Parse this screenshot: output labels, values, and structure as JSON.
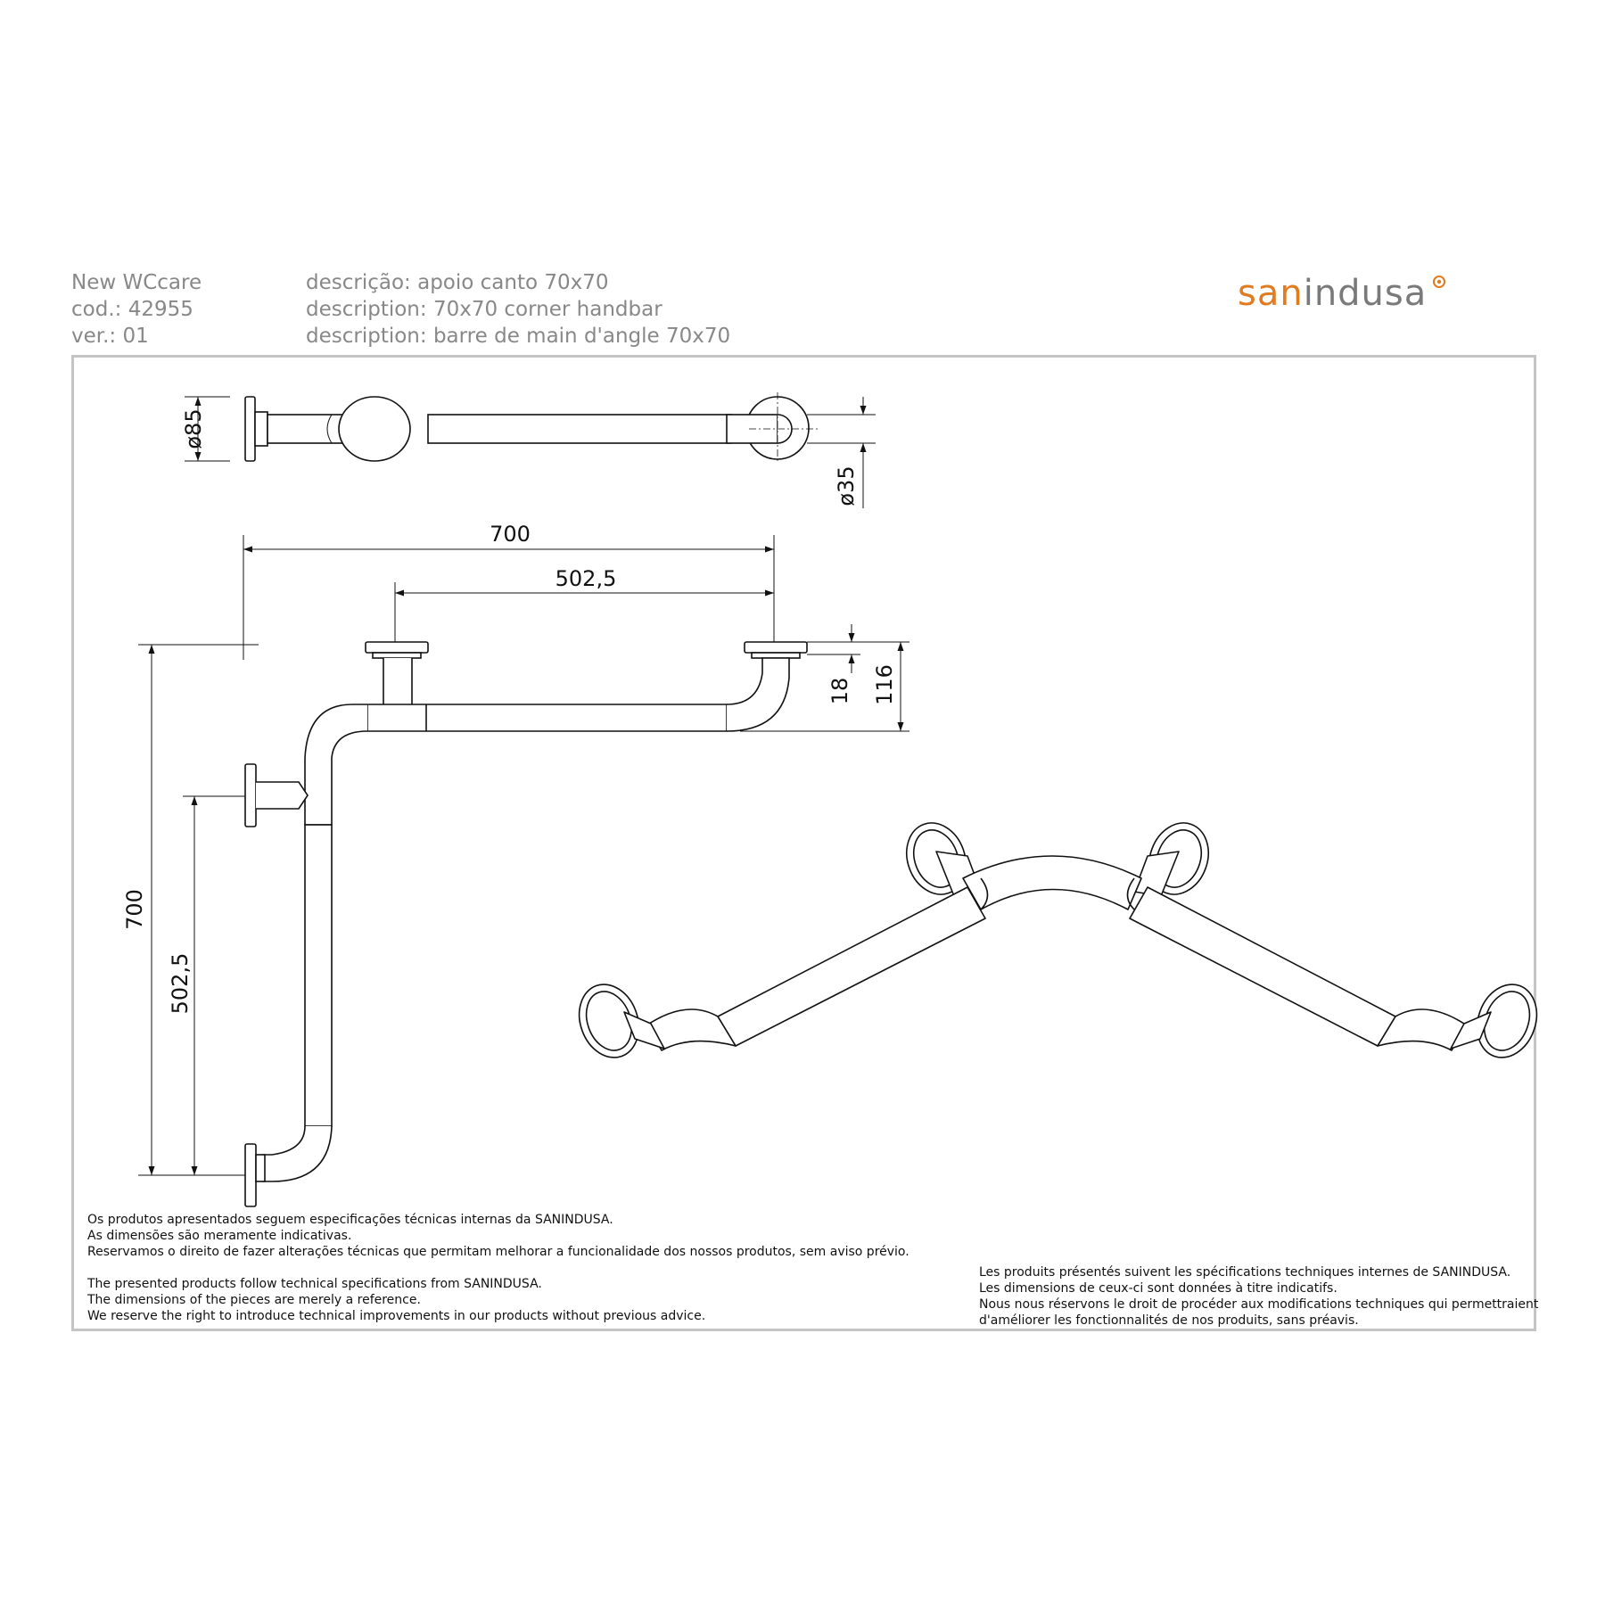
{
  "header": {
    "line1": "New WCcare",
    "line2": "cod.: 42955",
    "line3": "ver.: 01",
    "desc_pt": "descrição: apoio canto 70x70",
    "desc_en": "description: 70x70 corner handbar",
    "desc_fr": "description: barre de main d'angle 70x70"
  },
  "logo": {
    "part1": "san",
    "part2": "indusa"
  },
  "dimensions": {
    "d85": "ø85",
    "d35": "ø35",
    "top_700": "700",
    "top_502": "502,5",
    "h18": "18",
    "h116": "116",
    "left_700": "700",
    "left_502": "502,5"
  },
  "notes": {
    "pt": [
      "Os produtos apresentados seguem especificações técnicas internas da SANINDUSA.",
      "As dimensões são meramente indicativas.",
      "Reservamos o direito de fazer alterações técnicas que permitam melhorar a funcionalidade dos nossos produtos, sem aviso prévio."
    ],
    "en": [
      "The presented products follow technical specifications from SANINDUSA.",
      "The dimensions of the pieces are merely a reference.",
      "We reserve the right to introduce technical improvements in our products without previous advice."
    ],
    "fr": [
      "Les produits présentés suivent les spécifications techniques internes de SANINDUSA.",
      "Les dimensions de ceux-ci sont données à titre indicatifs.",
      "Nous nous réservons le droit de procéder aux modifications techniques qui permettraient",
      "d'améliorer les fonctionnalités de nos produits, sans préavis."
    ]
  },
  "colors": {
    "brand_orange": "#e07b20",
    "brand_gray": "#7a7a7a",
    "header_gray": "#888888",
    "frame": "#c4c4c4"
  }
}
